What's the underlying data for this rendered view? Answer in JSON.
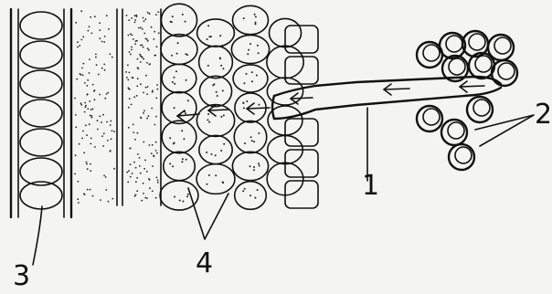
{
  "diagram": {
    "labels": [
      {
        "id": "label-1",
        "text": "1"
      },
      {
        "id": "label-2",
        "text": "2"
      },
      {
        "id": "label-3",
        "text": "3"
      },
      {
        "id": "label-4",
        "text": "4"
      }
    ],
    "colors": {
      "ink": "#111111",
      "paper": "#f4f4f2"
    }
  }
}
